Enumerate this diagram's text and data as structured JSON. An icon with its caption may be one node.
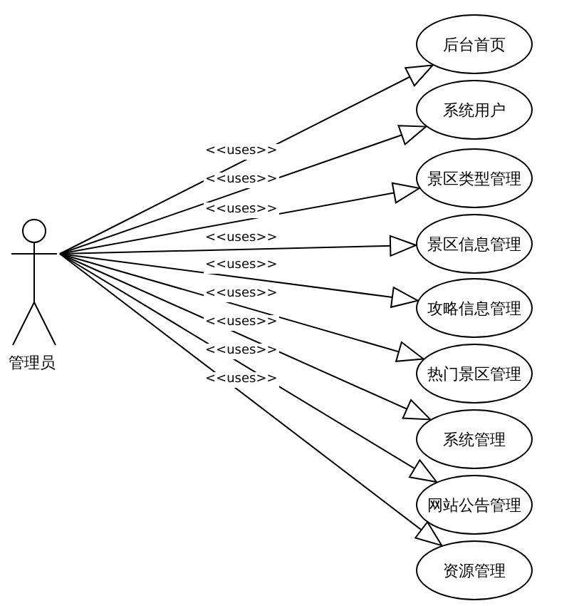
{
  "diagram": {
    "nodes": [
      {
        "text": [
          "管理员"
        ]
      },
      {
        "text": [
          "后台首页"
        ]
      },
      {
        "text": [
          "系统用户"
        ]
      },
      {
        "text": [
          "景区类型管理"
        ]
      },
      {
        "text": [
          "景区信息管理"
        ]
      },
      {
        "text": [
          "攻略信息管理"
        ]
      },
      {
        "text": [
          "热门景区管理"
        ]
      },
      {
        "text": [
          "系统管理"
        ]
      },
      {
        "text": [
          "网站公告管理"
        ]
      },
      {
        "text": [
          "资源管理"
        ]
      }
    ],
    "edges": [
      {
        "from": 0,
        "to": 1,
        "arrow": "to",
        "label": "<<uses>>"
      },
      {
        "from": 0,
        "to": 2,
        "arrow": "to",
        "label": "<<uses>>"
      },
      {
        "from": 0,
        "to": 3,
        "arrow": "to",
        "label": "<<uses>>"
      },
      {
        "from": 0,
        "to": 4,
        "arrow": "to",
        "label": "<<uses>>"
      },
      {
        "from": 0,
        "to": 5,
        "arrow": "to",
        "label": "<<uses>>"
      },
      {
        "from": 0,
        "to": 6,
        "arrow": "to",
        "label": "<<uses>>"
      },
      {
        "from": 0,
        "to": 7,
        "arrow": "to",
        "label": "<<uses>>"
      },
      {
        "from": 0,
        "to": 8,
        "arrow": "to",
        "label": "<<uses>>"
      },
      {
        "from": 0,
        "to": 9,
        "arrow": "to",
        "label": "<<uses>>"
      }
    ]
  }
}
